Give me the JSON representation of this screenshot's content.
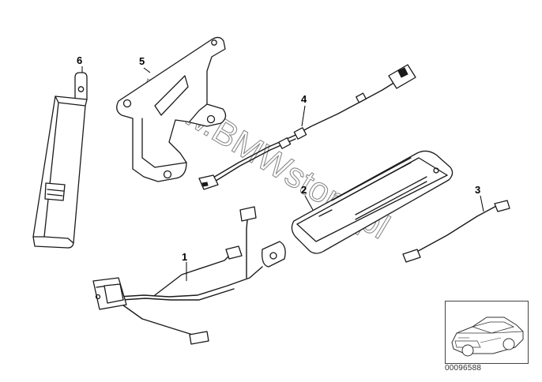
{
  "callouts": {
    "p1": "1",
    "p2": "2",
    "p3": "3",
    "p4": "4",
    "p5": "5",
    "p6": "6"
  },
  "watermark": "www.BMWstore.pl",
  "reference_number": "00096588",
  "icons": {
    "thumbnail": "car-silhouette-icon"
  }
}
